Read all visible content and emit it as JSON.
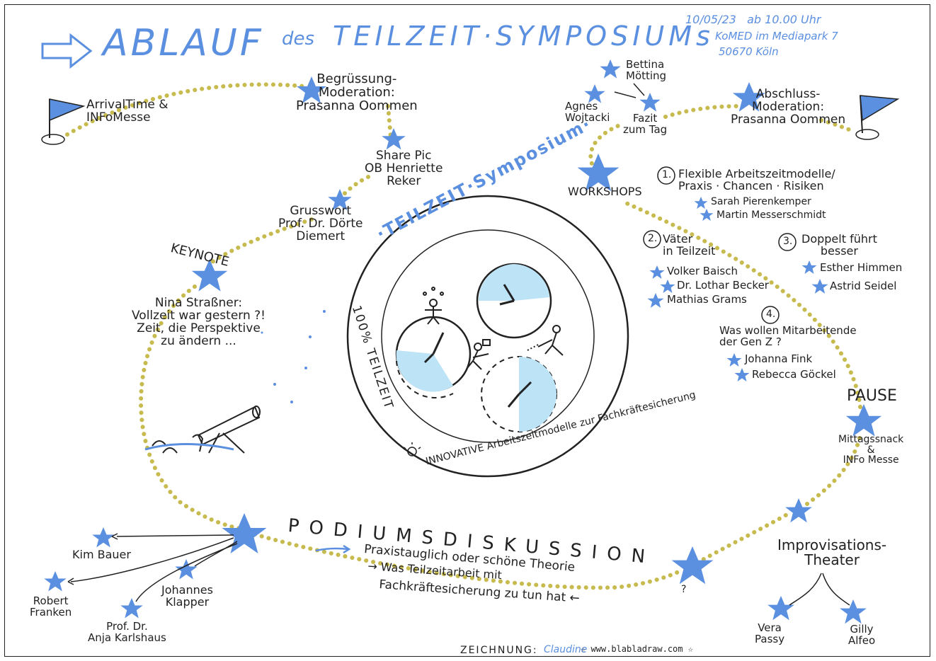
{
  "header": {
    "title_main": "ABLAUF",
    "title_des": "des",
    "title_event": "TEILZEIT·SYMPOSIUMs",
    "date_line": "10/05/23   ab 10.00 Uhr",
    "venue_line1": "KoMED im Mediapark 7",
    "venue_line2": "50670 Köln"
  },
  "stations": {
    "arrival": "ArrivalTime &\nINFoMesse",
    "begruessung": "Begrüssung-\nModeration:\nPrasanna Oommen",
    "sharepic": "Share Pic\nOB Henriette\nReker",
    "grusswort": "Grusswort\nProf. Dr. Dörte\nDiemert",
    "keynote_label": "KEYNOTE",
    "keynote_text": "Nina Straßner:\nVollzeit war gestern ?!\nZeit, die Perspektive\nzu ändern ...",
    "bettina": "Bettina\nMötting",
    "agnes": "Agnes\nWojtacki",
    "fazit": "Fazit\nzum Tag",
    "abschluss": "Abschluss-\nModeration:\nPrasanna Oommen",
    "workshops": "WORKSHOPS",
    "ws1_num": "1.",
    "ws1_title": "Flexible Arbeitszeitmodelle/\nPraxis · Chancen · Risiken",
    "ws1_p1": "Sarah Pierenkemper",
    "ws1_p2": "Martin Messerschmidt",
    "ws2_num": "2.",
    "ws2_title": "Väter\nin Teilzeit",
    "ws2_p1": "Volker Baisch",
    "ws2_p2": "Dr. Lothar Becker",
    "ws2_p3": "Mathias Grams",
    "ws3_num": "3.",
    "ws3_title": "Doppelt führt\nbesser",
    "ws3_p1": "Esther Himmen",
    "ws3_p2": "Astrid Seidel",
    "ws4_num": "4.",
    "ws4_title": "Was wollen Mitarbeitende\nder Gen Z ?",
    "ws4_p1": "Johanna Fink",
    "ws4_p2": "Rebecca Göckel",
    "pause": "PAUSE",
    "pause_text": "Mittagssnack\n&\nINFo Messe",
    "impro": "Improvisations-\nTheater",
    "vera": "Vera\nPassy",
    "gilly": "Gilly\nAlfeo",
    "podium_title": "PODIUMSDISKUSSION",
    "podium_line1": "Praxistauglich oder schöne Theorie",
    "podium_line2": "→ Was Teilzeitarbeit mit",
    "podium_line3": "Fachkräftesicherung zu tun hat ←",
    "question_mark": "?",
    "kim": "Kim Bauer",
    "robert": "Robert\nFranken",
    "johannes": "Johannes\nKlapper",
    "anja": "Prof. Dr.\nAnja Karlshaus"
  },
  "badge": {
    "top": "·TEILZEIT·Symposium·",
    "left": "100% TEILZEIT",
    "bottom": "INNOVATIVE Arbeitszeitmodelle zur Fachkräftesicherung"
  },
  "footer": {
    "label": "ZEICHNUNG:",
    "artist": "Claudine",
    "site": "☆ www.blabladraw.com ☆"
  },
  "colors": {
    "accent": "#5b8fe0",
    "dots": "#c7bb4f",
    "light_blue": "#bde3f6"
  }
}
